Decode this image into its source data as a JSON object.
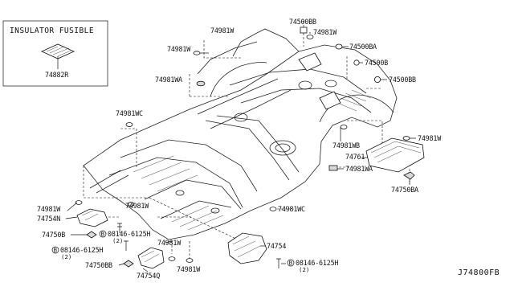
{
  "inset": {
    "title": "INSULATOR FUSIBLE",
    "part": "74882R"
  },
  "diagram_code": "J74800FB",
  "callouts": {
    "c1": "74981W",
    "c2": "74500BB",
    "c3": "74981W",
    "c4": "74981W",
    "c5": "74500BA",
    "c6": "74500B",
    "c7": "74981WA",
    "c8": "74500BB",
    "c9": "74981WC",
    "c10": "74981W",
    "c11": "74981WB",
    "c12": "74761",
    "c13": "74981WA",
    "c14": "74750BA",
    "c15": "74981W",
    "c16": "74754N",
    "c17": "74981W",
    "c18": "74750B",
    "c19": "08146-6125H",
    "c19q": "(2)",
    "c20": "74981WC",
    "c21": "74981W",
    "c22": "08146-6125H",
    "c22q": "(2)",
    "c23": "74754",
    "c24": "74750BB",
    "c25": "74754Q",
    "c26": "74981W",
    "c27": "08146-6125H",
    "c27q": "(2)"
  },
  "bolt_symbol": "B"
}
